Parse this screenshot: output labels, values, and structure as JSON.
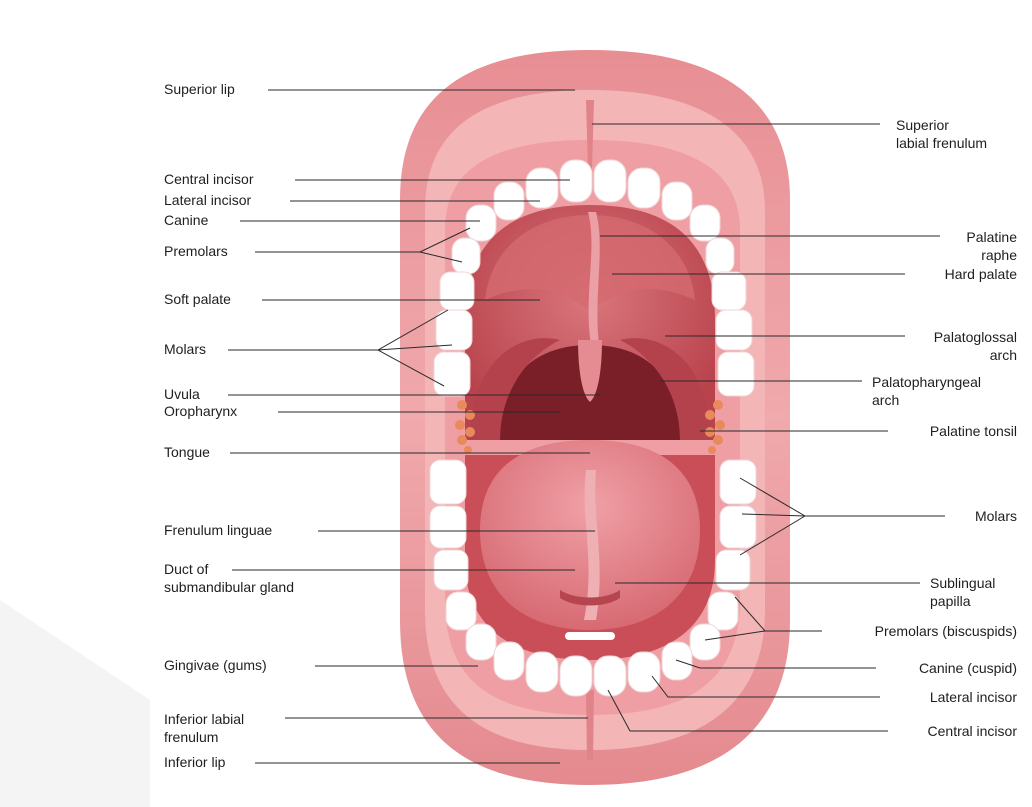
{
  "labels": {
    "superior_lip": "Superior lip",
    "central_incisor_upper": "Central incisor",
    "lateral_incisor_upper": "Lateral incisor",
    "canine_upper": "Canine",
    "premolars_upper": "Premolars",
    "soft_palate": "Soft palate",
    "molars_upper": "Molars",
    "uvula": "Uvula",
    "oropharynx": "Oropharynx",
    "tongue": "Tongue",
    "frenulum_linguae": "Frenulum linguae",
    "duct_submandibular": "Duct of\nsubmandibular  gland",
    "gingivae": "Gingivae (gums)",
    "inferior_labial_frenulum": "Inferior labial\nfrenulum",
    "inferior_lip": "Inferior lip",
    "superior_labial_frenulum": "Superior\nlabial frenulum",
    "palatine_raphe": "Palatine\nraphe",
    "hard_palate": "Hard palate",
    "palatoglossal_arch": "Palatoglossal\narch",
    "palatopharyngeal_arch": "Palatopharyngeal\narch",
    "palatine_tonsil": "Palatine tonsil",
    "molars_lower": "Molars",
    "sublingual_papilla": "Sublingual\npapilla",
    "premolars_lower": "Premolars (biscuspids)",
    "canine_lower": "Canine (cuspid)",
    "lateral_incisor_lower": "Lateral incisor",
    "central_incisor_lower": "Central incisor"
  },
  "colors": {
    "lip": "#e58d91",
    "lip_inner": "#f3b5b6",
    "gum": "#ef9fa3",
    "palate": "#c9545c",
    "throat": "#7a1f28",
    "tongue": "#e27c84",
    "teeth": "#ffffff",
    "leader_line": "#2a2a2a"
  }
}
